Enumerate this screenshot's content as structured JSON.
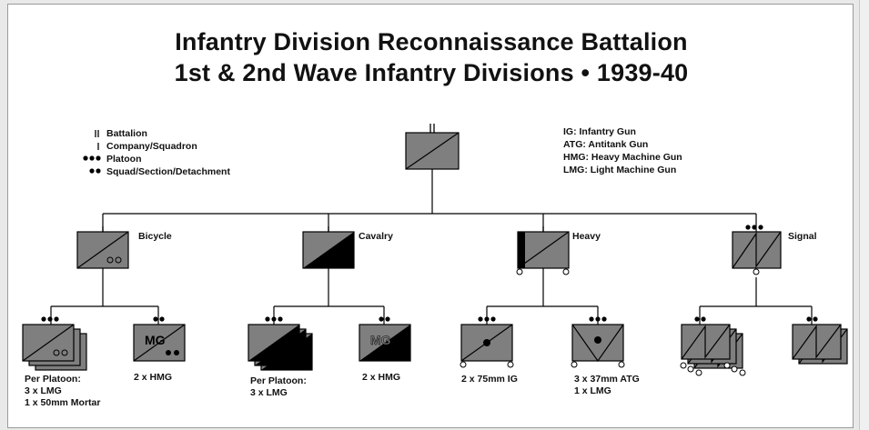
{
  "title": {
    "line1": "Infantry Division Reconnaissance Battalion",
    "line2": "1st & 2nd Wave Infantry Divisions • 1939-40"
  },
  "legend": {
    "left": [
      {
        "symbol": "II",
        "text": "Battalion"
      },
      {
        "symbol": "I",
        "text": "Company/Squadron"
      },
      {
        "symbol": "●●●",
        "text": "Platoon"
      },
      {
        "symbol": "●●",
        "text": "Squad/Section/Detachment"
      }
    ],
    "right": [
      "IG: Infantry Gun",
      "ATG: Antitank Gun",
      "HMG: Heavy Machine Gun",
      "LMG: Light Machine Gun"
    ]
  },
  "units": {
    "bicycle": "Bicycle",
    "cavalry": "Cavalry",
    "heavy": "Heavy",
    "signal": "Signal"
  },
  "symbol_text": {
    "mg": "MG"
  },
  "notes": {
    "bicycle_platoon": [
      "Per Platoon:",
      "3 x LMG",
      "1 x 50mm Mortar"
    ],
    "bicycle_hmg": [
      "2 x HMG"
    ],
    "cavalry_platoon": [
      "Per Platoon:",
      "3 x LMG"
    ],
    "cavalry_hmg": [
      "2 x HMG"
    ],
    "heavy_ig": [
      "2 x 75mm IG"
    ],
    "heavy_atg": [
      "3 x 37mm ATG",
      "1 x LMG"
    ]
  },
  "colors": {
    "unit_fill": "#7f7f7f",
    "solid_fill": "#000000",
    "line": "#000000"
  }
}
